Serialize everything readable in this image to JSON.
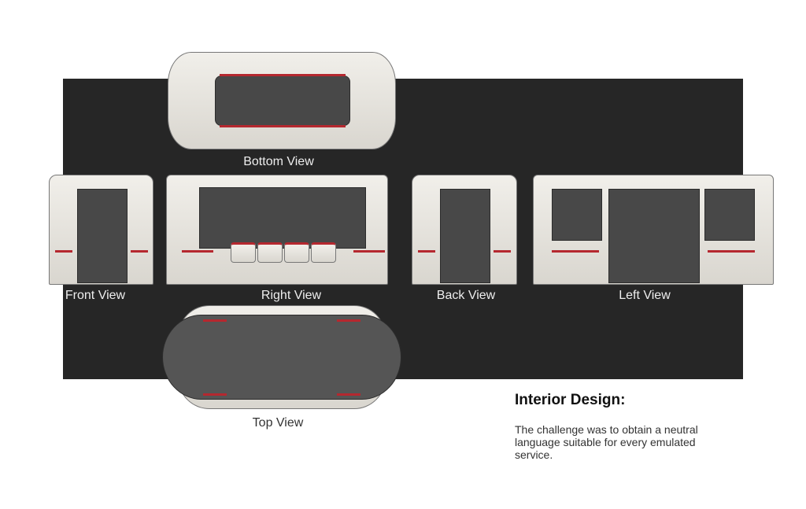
{
  "views": {
    "bottom": "Bottom View",
    "front": "Front View",
    "right": "Right View",
    "back": "Back View",
    "left": "Left View",
    "top": "Top View"
  },
  "info": {
    "heading": "Interior Design:",
    "body": "The challenge was to obtain a neutral language suitable for every emulated service."
  },
  "colors": {
    "panel": "#262626",
    "accent": "#b5282f",
    "shell": "#e8e6e0"
  }
}
